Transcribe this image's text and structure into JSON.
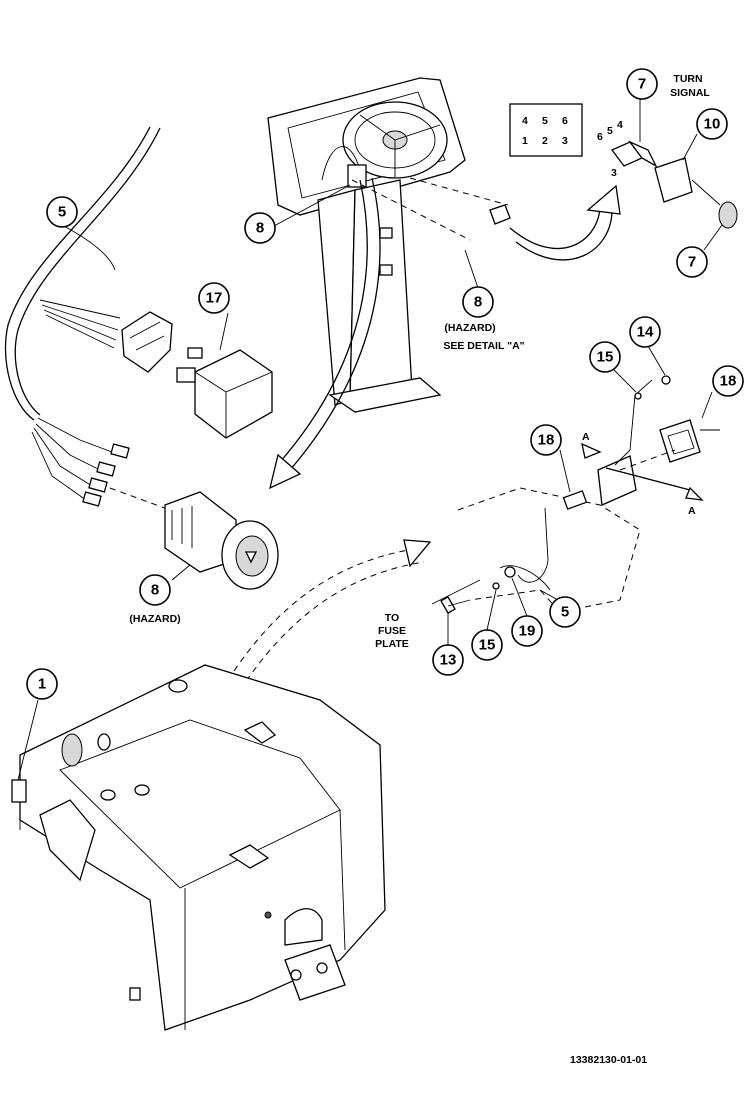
{
  "callouts": {
    "c1": "1",
    "c5a": "5",
    "c5b": "5",
    "c7a": "7",
    "c7b": "7",
    "c8a": "8",
    "c8b": "8",
    "c8c": "8",
    "c10": "10",
    "c13": "13",
    "c14": "14",
    "c15a": "15",
    "c15b": "15",
    "c17": "17",
    "c18a": "18",
    "c18b": "18",
    "c19": "19"
  },
  "labels": {
    "turn": "TURN",
    "signal": "SIGNAL",
    "hazard_top": "(HAZARD)",
    "see_detail": "SEE DETAIL \"A\"",
    "hazard_bottom": "(HAZARD)",
    "to": "TO",
    "fuse": "FUSE",
    "plate": "PLATE",
    "section_a1": "A",
    "section_a2": "A",
    "pins_top": [
      "4",
      "5",
      "6"
    ],
    "pins_bottom": [
      "1",
      "2",
      "3"
    ],
    "pin_side": [
      "6",
      "5",
      "4"
    ],
    "pin_side_3": "3",
    "figure_number": "13382130-01-01"
  }
}
